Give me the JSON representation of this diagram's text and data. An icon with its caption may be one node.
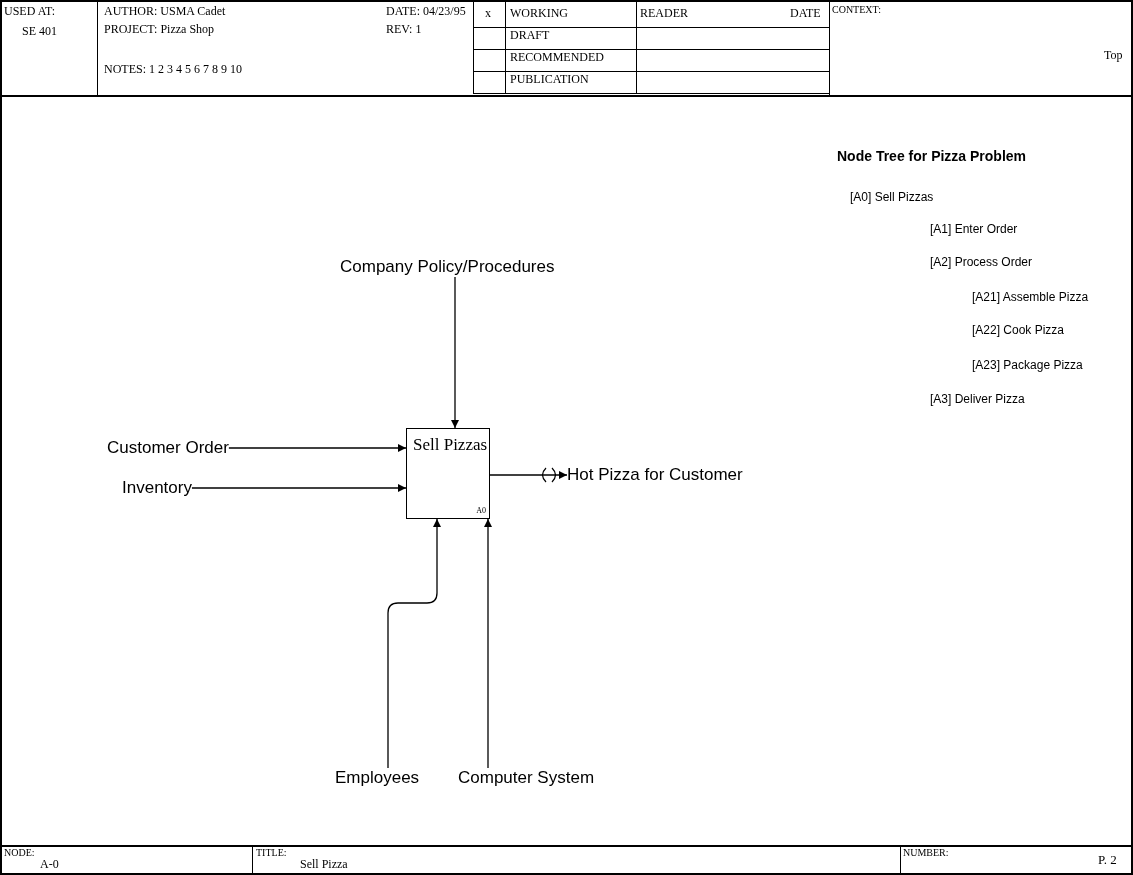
{
  "diagram": {
    "nodes": [
      {
        "text": [
          "Sell Pizzas",
          "A0"
        ]
      },
      {
        "text": [
          "Company Policy/Procedures"
        ]
      },
      {
        "text": [
          "Customer Order"
        ]
      },
      {
        "text": [
          "Inventory"
        ]
      },
      {
        "text": [
          "Hot Pizza for Customer"
        ]
      },
      {
        "text": [
          "Employees"
        ]
      },
      {
        "text": [
          "Computer System"
        ]
      }
    ],
    "edges": [
      {
        "from": 1,
        "to": 0,
        "arrow": "to"
      },
      {
        "from": 2,
        "to": 0,
        "arrow": "to"
      },
      {
        "from": 3,
        "to": 0,
        "arrow": "to"
      },
      {
        "from": 0,
        "to": 4,
        "arrow": "to"
      },
      {
        "from": 5,
        "to": 0,
        "arrow": "to"
      },
      {
        "from": 6,
        "to": 0,
        "arrow": "to"
      }
    ],
    "labels": [
      "USED AT:",
      "SE 401",
      "AUTHOR: USMA Cadet",
      "PROJECT: Pizza Shop",
      "NOTES: 1 2 3 4 5 6 7 8 9 10",
      "DATE: 04/23/95",
      "REV: 1",
      "x",
      "WORKING",
      "READER",
      "DATE",
      "CONTEXT:",
      "DRAFT",
      "RECOMMENDED",
      "PUBLICATION",
      "Top",
      "Node Tree for Pizza Problem",
      "[A0] Sell Pizzas",
      "[A1] Enter Order",
      "[A2] Process Order",
      "[A21] Assemble Pizza",
      "[A22] Cook Pizza",
      "[A23] Package Pizza",
      "[A3] Deliver Pizza",
      "NODE:",
      "A-0",
      "TITLE:",
      "Sell Pizza",
      "NUMBER:",
      "P. 2"
    ]
  }
}
